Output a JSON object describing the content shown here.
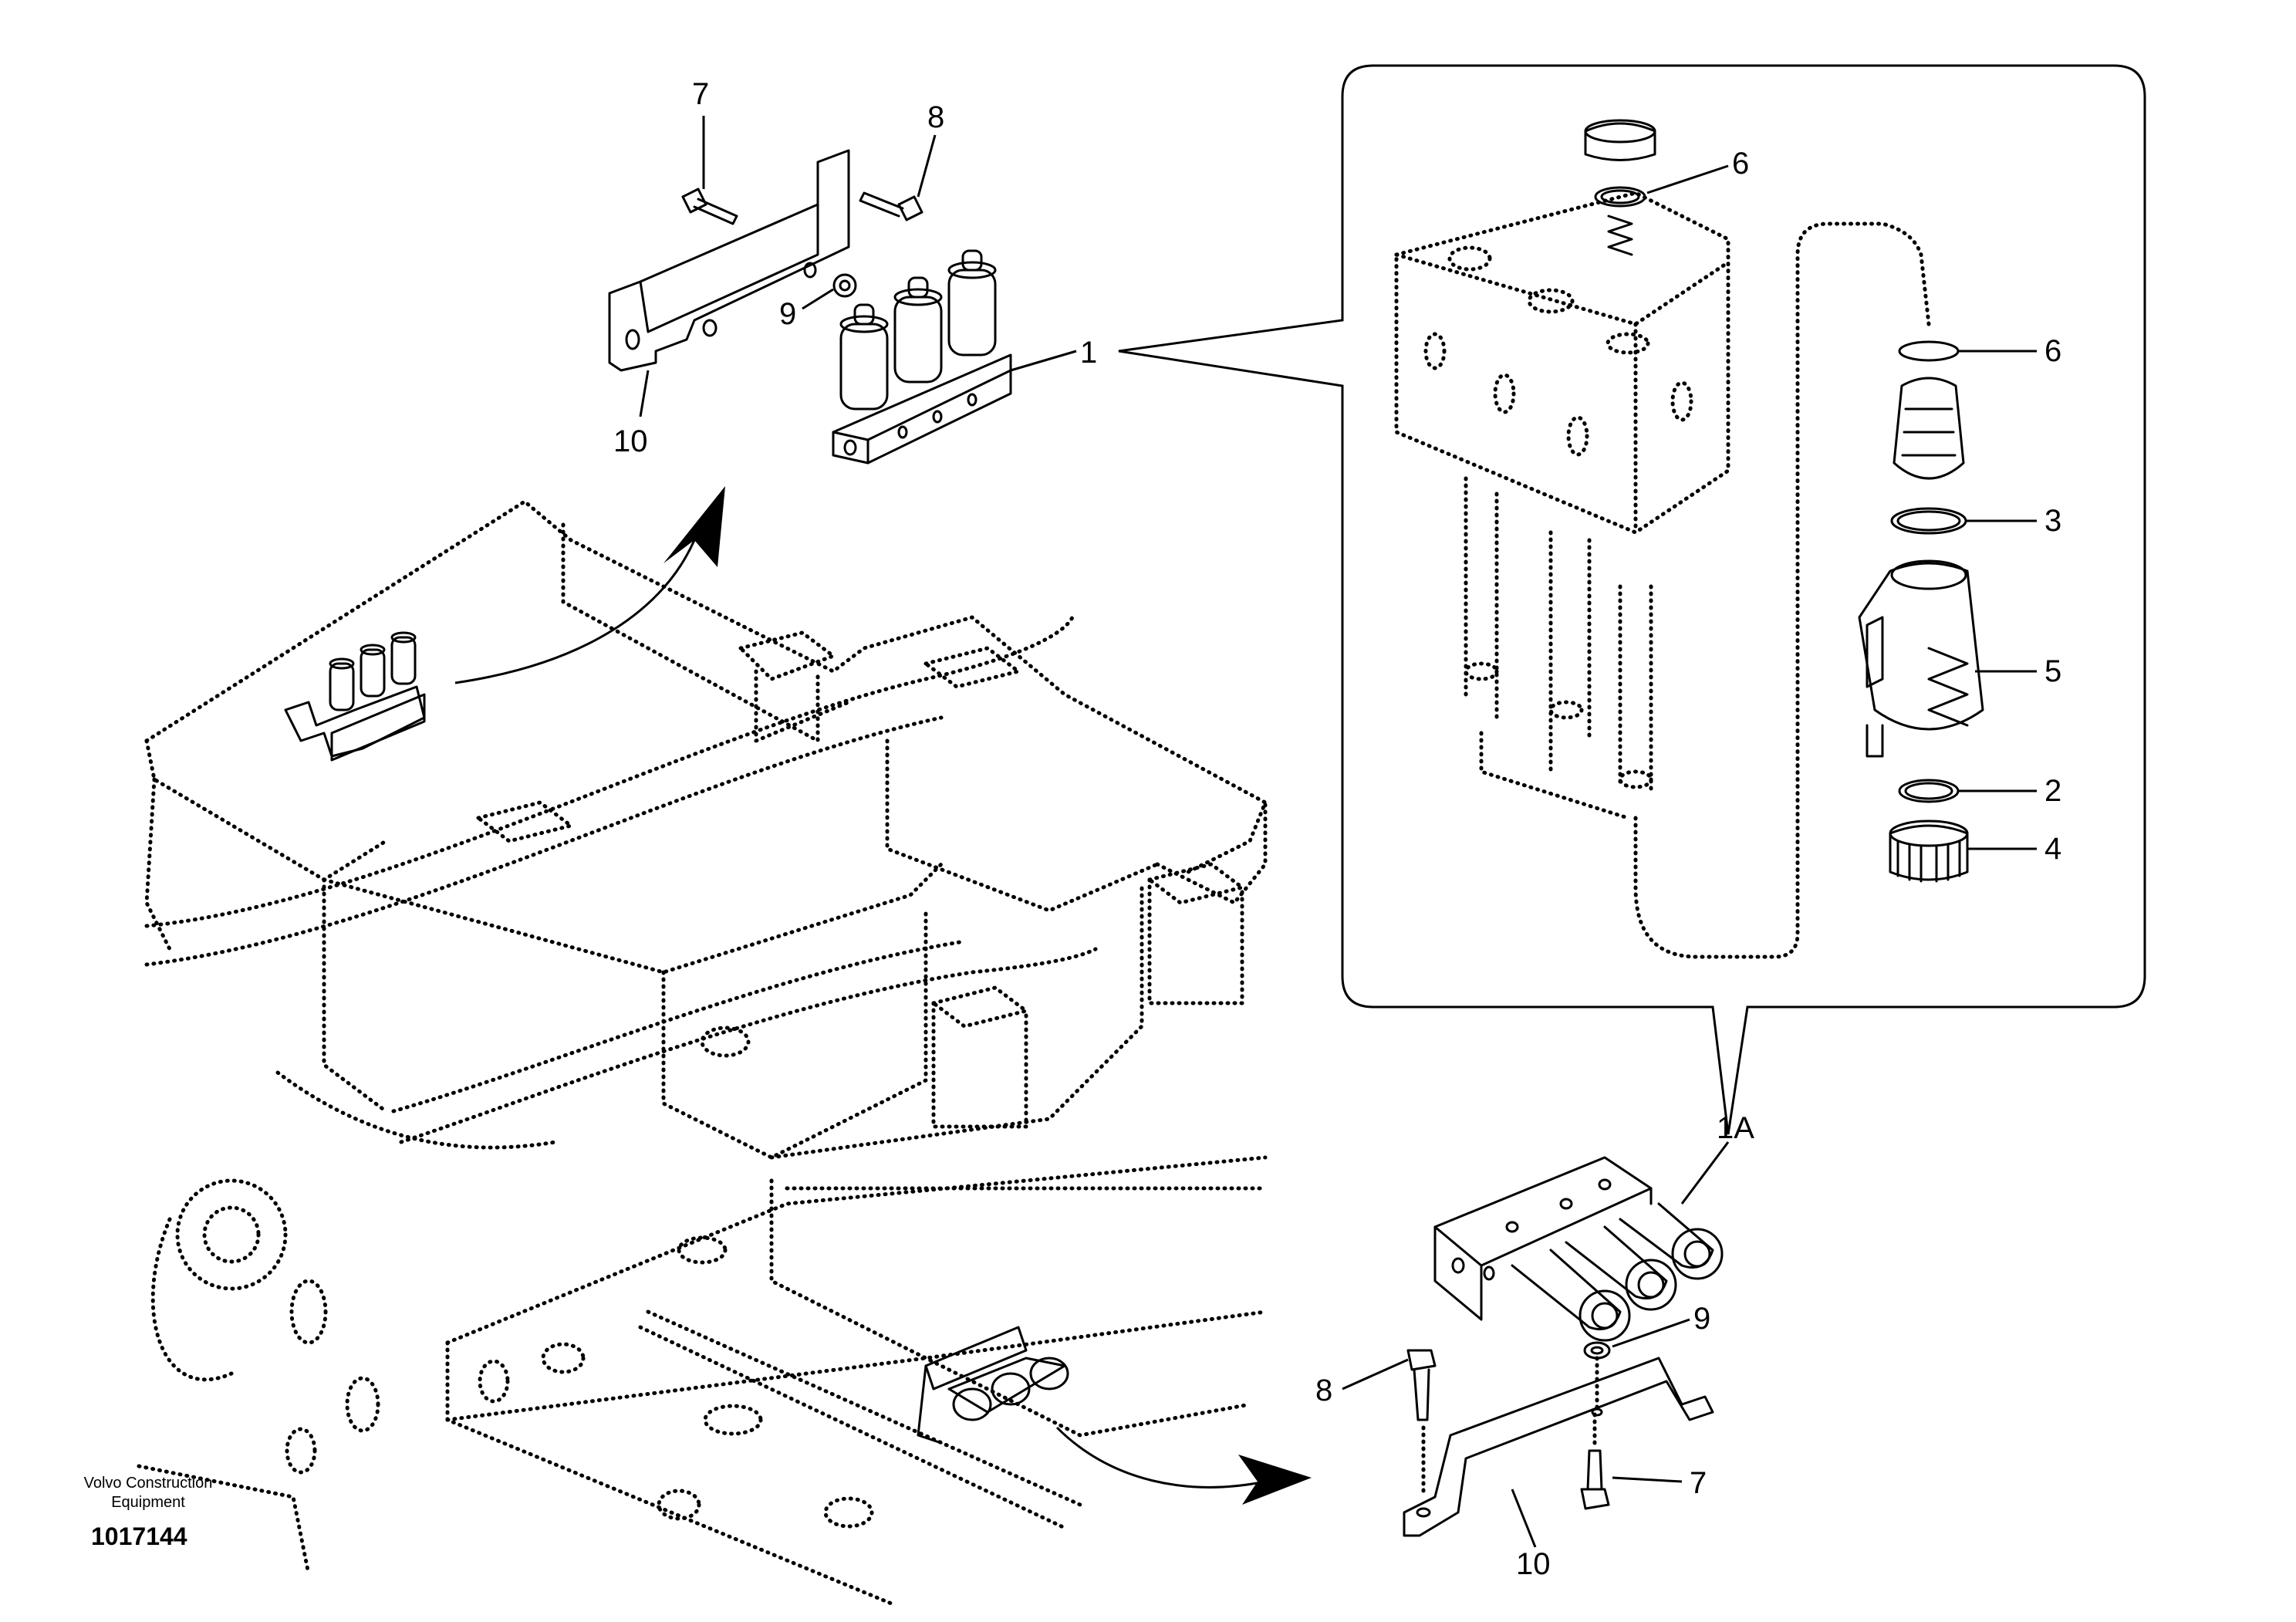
{
  "footer": {
    "brand_line1": "Volvo Construction",
    "brand_line2": "Equipment",
    "drawing_number": "1017144"
  },
  "callouts": {
    "top_bolt_left": "7",
    "top_bolt_right": "8",
    "top_washer": "9",
    "top_bracket": "10",
    "valve_block": "1",
    "detail_oring_top": "6",
    "detail_oring_right": "6",
    "detail_oring_mid": "3",
    "detail_spring": "5",
    "detail_oring_low": "2",
    "detail_nut": "4",
    "valve_block_alt": "1A",
    "bottom_washer": "9",
    "bottom_bolt_left": "8",
    "bottom_bolt_right": "7",
    "bottom_bracket": "10"
  }
}
